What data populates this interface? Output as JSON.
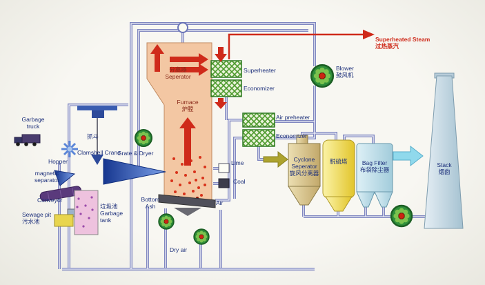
{
  "colors": {
    "pipe_blue": "#8087c0",
    "furnace_salmon": "#f3c7a3",
    "steam_red": "#cf2a1a",
    "heat_exchanger_green": "#2e7a22",
    "fan_green": "#2f8f3a",
    "cyclone_tan": "#d5c28a",
    "tower_yellow": "#eed23a",
    "bag_filter_blue": "#bcdce8",
    "stack_blue": "#bfd4e0",
    "garbage_tank_pink": "#eec2de",
    "label_navy": "#1c2f7a",
    "label_maroon": "#8a2a1a"
  },
  "labels": {
    "garbage_truck": "Garbage\ntruck",
    "hopper": "Hopper",
    "magnetic_separator": "magnetic\nseparator",
    "conveyor": "Conveyor",
    "sewage_pit": "Sewage pit\n污水池",
    "garbage_tank": "垃圾池\nGarbage\ntank",
    "grab": "抓斗",
    "clamshell_crane": "Clamshell Crane",
    "grate_dryer": "Grate & Dryer",
    "separator": "分离器\nSeperator",
    "furnace": "Furnace\n炉膛",
    "superheated_steam": "Superheated Steam\n过热蒸汽",
    "superheater": "Superheater",
    "economizer_upper": "Economizer",
    "air_preheater": "Air preheater",
    "economizer_lower": "Economizer",
    "blower": "Blower\n鼓风机",
    "lime": "Lime",
    "coal": "Coal",
    "bottom_ash": "Bottom\nAsh",
    "air": "Air",
    "dry_air": "Dry air",
    "cyclone_separator": "Cyclone\nSeperator\n旋风分离器",
    "desulfurization_tower": "脱硫塔",
    "bag_filter": "Bag Filter\n布袋除尘器",
    "stack": "Stack\n烟囱"
  }
}
